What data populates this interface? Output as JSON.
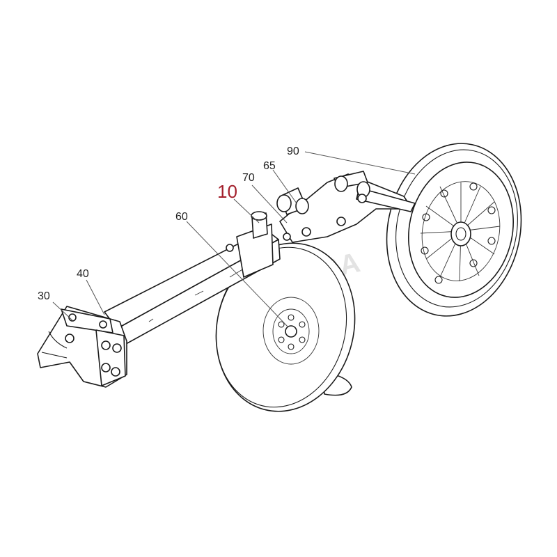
{
  "diagram": {
    "watermark": "AGRA",
    "callouts": [
      {
        "id": "10",
        "label": "10",
        "highlight": true
      },
      {
        "id": "30",
        "label": "30",
        "highlight": false
      },
      {
        "id": "40",
        "label": "40",
        "highlight": false
      },
      {
        "id": "60",
        "label": "60",
        "highlight": false
      },
      {
        "id": "65",
        "label": "65",
        "highlight": false
      },
      {
        "id": "70",
        "label": "70",
        "highlight": false
      },
      {
        "id": "90",
        "label": "90",
        "highlight": false
      }
    ],
    "colors": {
      "highlight_label": "#a31f2b",
      "label": "#222222",
      "line": "#1a1a1a",
      "background": "#ffffff"
    }
  }
}
